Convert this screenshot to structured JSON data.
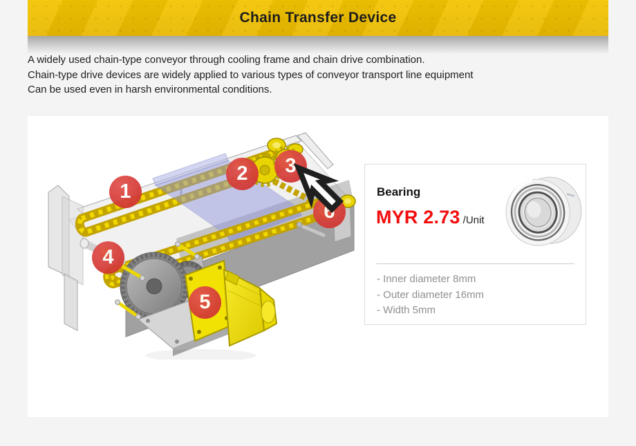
{
  "header": {
    "title": "Chain Transfer Device"
  },
  "theme": {
    "banner_yellow": "#f0c002",
    "banner_text": "#1c1c1c",
    "page_bg": "#f4f4f4",
    "callout_red": "#d23734",
    "price_red": "#f20d0d",
    "spec_gray": "#8f8f8f"
  },
  "description": {
    "line1": "A widely used chain-type conveyor through cooling frame and chain drive combination.",
    "line2": "Chain-type drive devices are widely applied to various types of conveyor transport line equipment",
    "line3": "Can be used even in harsh environmental conditions."
  },
  "diagram": {
    "callouts": [
      {
        "label": "1"
      },
      {
        "label": "2"
      },
      {
        "label": "3"
      },
      {
        "label": "4"
      },
      {
        "label": "5"
      },
      {
        "label": "6"
      }
    ]
  },
  "product_card": {
    "title": "Bearing",
    "price": "MYR 2.73",
    "unit": "/Unit",
    "specs": [
      {
        "text": "- Inner diameter 8mm"
      },
      {
        "text": "- Outer diameter 16mm"
      },
      {
        "text": "- Width 5mm"
      }
    ]
  }
}
